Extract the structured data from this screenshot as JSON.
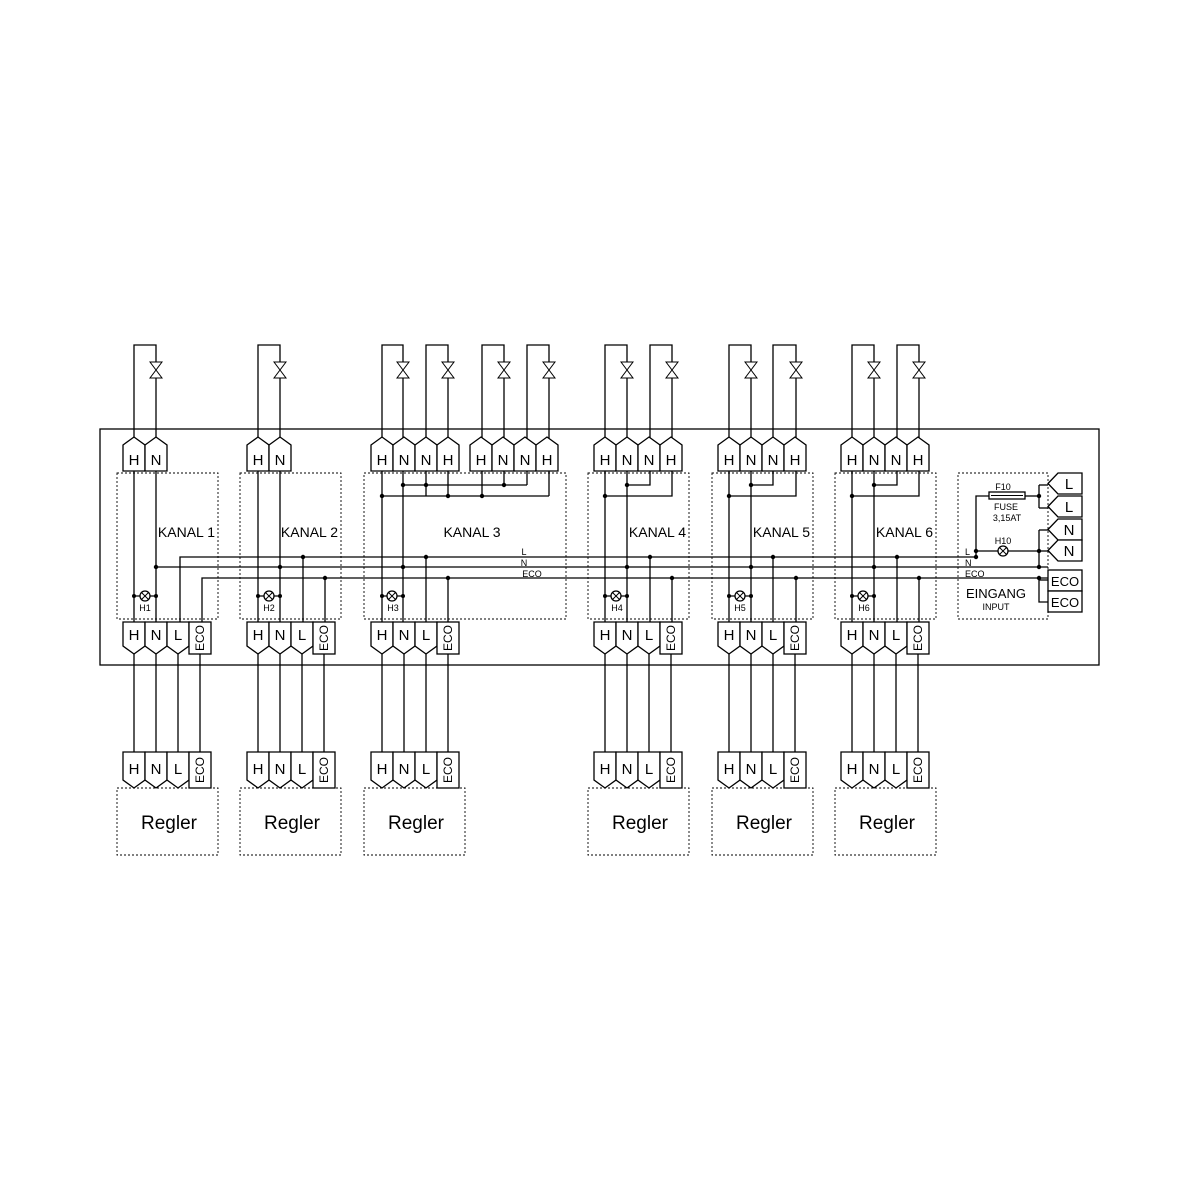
{
  "channels": [
    {
      "title": "KANAL 1",
      "lamp": "H1",
      "controller": "Regler",
      "top_terminals": [
        "H",
        "N"
      ]
    },
    {
      "title": "KANAL 2",
      "lamp": "H2",
      "controller": "Regler",
      "top_terminals": [
        "H",
        "N"
      ]
    },
    {
      "title": "KANAL 3",
      "lamp": "H3",
      "controller": "Regler",
      "top_terminals": [
        "H",
        "N",
        "N",
        "H",
        "H",
        "N",
        "N",
        "H"
      ]
    },
    {
      "title": "KANAL 4",
      "lamp": "H4",
      "controller": "Regler",
      "top_terminals": [
        "H",
        "N",
        "N",
        "H"
      ]
    },
    {
      "title": "KANAL 5",
      "lamp": "H5",
      "controller": "Regler",
      "top_terminals": [
        "H",
        "N",
        "N",
        "H"
      ]
    },
    {
      "title": "KANAL 6",
      "lamp": "H6",
      "controller": "Regler",
      "top_terminals": [
        "H",
        "N",
        "N",
        "H"
      ]
    }
  ],
  "channel_bottom_terminals": [
    "H",
    "N",
    "L",
    "ECO"
  ],
  "controller_terminals": [
    "H",
    "N",
    "L",
    "ECO"
  ],
  "bus_labels": {
    "l": "L",
    "n": "N",
    "eco": "ECO"
  },
  "input": {
    "title": "EINGANG",
    "subtitle": "INPUT",
    "fuse_ref": "F10",
    "fuse_label": "FUSE",
    "fuse_rating": "3,15AT",
    "lamp": "H10",
    "bus_l": "L",
    "bus_n": "N",
    "bus_eco": "ECO",
    "terminals": [
      "L",
      "L",
      "N",
      "N",
      "ECO",
      "ECO"
    ]
  }
}
